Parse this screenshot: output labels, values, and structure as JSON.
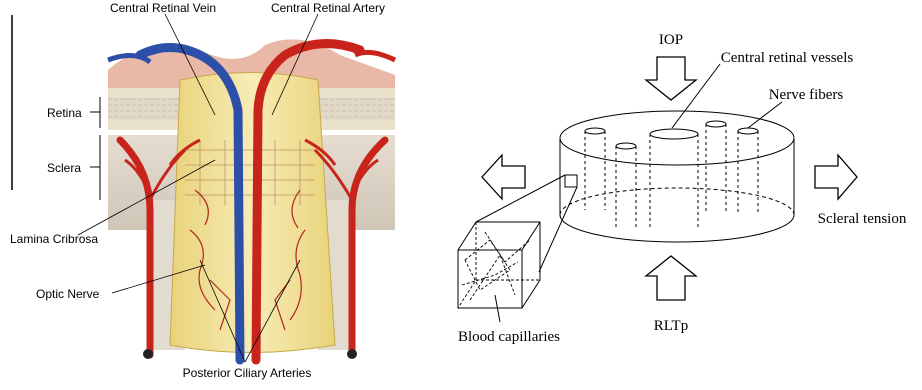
{
  "left_panel": {
    "labels": {
      "central_retinal_vein": "Central Retinal Vein",
      "central_retinal_artery": "Central Retinal Artery",
      "retina": "Retina",
      "sclera": "Sclera",
      "lamina_cribrosa": "Lamina Cribrosa",
      "optic_nerve": "Optic Nerve",
      "posterior_ciliary_arteries": "Posterior Ciliary Arteries"
    },
    "colors": {
      "artery": "#c8241c",
      "vein": "#2c4fa8",
      "nerve": "#f2e49a",
      "retina_layer": "#e7dcc2",
      "sclera_layer": "#d9d0c2"
    }
  },
  "right_panel": {
    "labels": {
      "iop": "IOP",
      "central_retinal_vessels": "Central retinal vessels",
      "nerve_fibers": "Nerve fibers",
      "scleral_tension": "Scleral tension",
      "rltp": "RLTp",
      "blood_capillaries": "Blood capillaries"
    }
  }
}
